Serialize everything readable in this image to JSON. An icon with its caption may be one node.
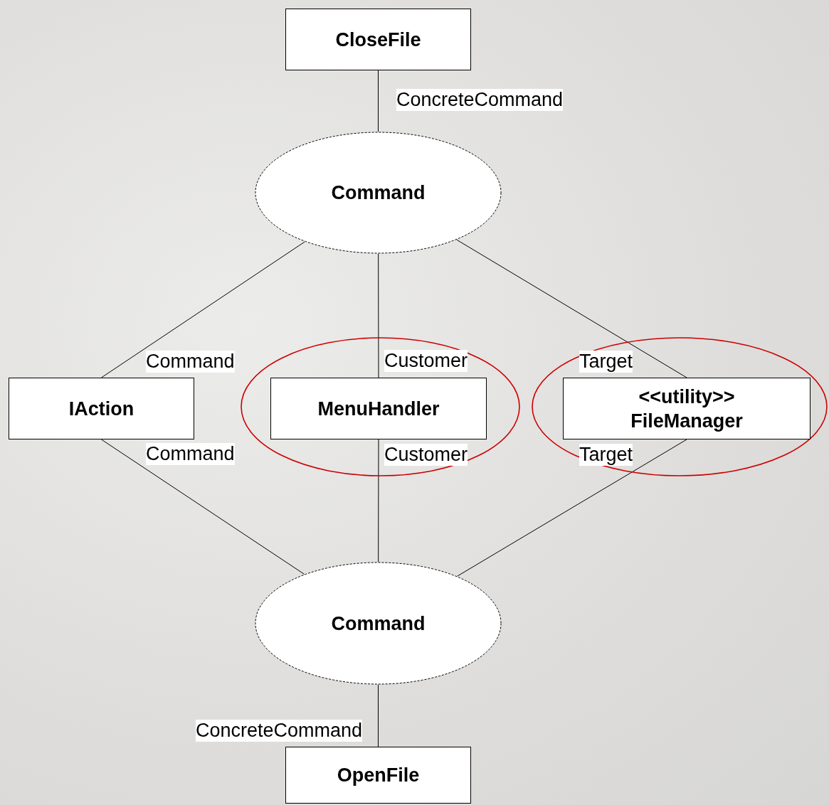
{
  "diagram": {
    "nodes": [
      {
        "text": [
          "CloseFile"
        ]
      },
      {
        "text": [
          "Command"
        ]
      },
      {
        "text": [
          "IAction"
        ]
      },
      {
        "text": [],
        "shape": "ellipse"
      },
      {
        "text": [
          "MenuHandler"
        ],
        "in": 3
      },
      {
        "text": [],
        "shape": "ellipse"
      },
      {
        "text": [
          "<<utility>>",
          "FileManager"
        ],
        "in": 5
      },
      {
        "text": [
          "Command"
        ]
      },
      {
        "text": [
          "OpenFile"
        ]
      }
    ],
    "edges": [
      {
        "from": 0,
        "to": 1,
        "arrow": "none",
        "label": "ConcreteCommand"
      },
      {
        "from": 1,
        "to": 2,
        "arrow": "none",
        "label": "Command"
      },
      {
        "from": 1,
        "to": 4,
        "arrow": "none",
        "label": "Customer"
      },
      {
        "from": 1,
        "to": 6,
        "arrow": "none",
        "label": "Target"
      },
      {
        "from": 2,
        "to": 7,
        "arrow": "none",
        "label": "Command"
      },
      {
        "from": 4,
        "to": 7,
        "arrow": "none",
        "label": "Customer"
      },
      {
        "from": 6,
        "to": 7,
        "arrow": "none",
        "label": "Target"
      },
      {
        "from": 7,
        "to": 8,
        "arrow": "none",
        "label": "ConcreteCommand"
      }
    ]
  }
}
